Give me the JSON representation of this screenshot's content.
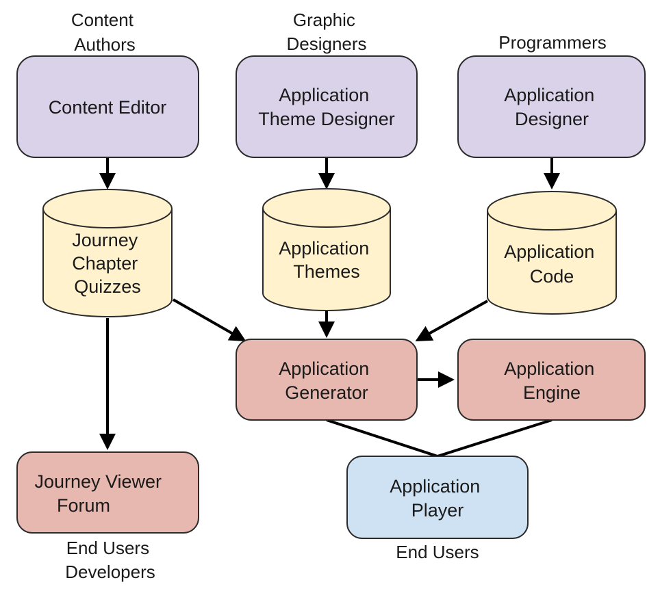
{
  "roles": {
    "content_authors": [
      "Content",
      "Authors"
    ],
    "graphic_designers": [
      "Graphic",
      "Designers"
    ],
    "programmers": [
      "Programmers"
    ],
    "end_users_developers": [
      "End Users",
      "Developers"
    ],
    "end_users": [
      "End Users"
    ]
  },
  "nodes": {
    "content_editor": [
      "Content Editor"
    ],
    "theme_designer": [
      "Application",
      "Theme Designer"
    ],
    "app_designer": [
      "Application",
      "Designer"
    ],
    "journey_store": [
      "Journey",
      "Chapter",
      "Quizzes"
    ],
    "themes_store": [
      "Application",
      "Themes"
    ],
    "code_store": [
      "Application",
      "Code"
    ],
    "generator": [
      "Application",
      "Generator"
    ],
    "engine": [
      "Application",
      "Engine"
    ],
    "viewer": [
      "Journey Viewer",
      "Forum"
    ],
    "player": [
      "Application",
      "Player"
    ]
  },
  "colors": {
    "tool": "#d9d2e9",
    "store": "#fff2cc",
    "runtime": "#e6b8af",
    "player": "#cfe2f3"
  }
}
